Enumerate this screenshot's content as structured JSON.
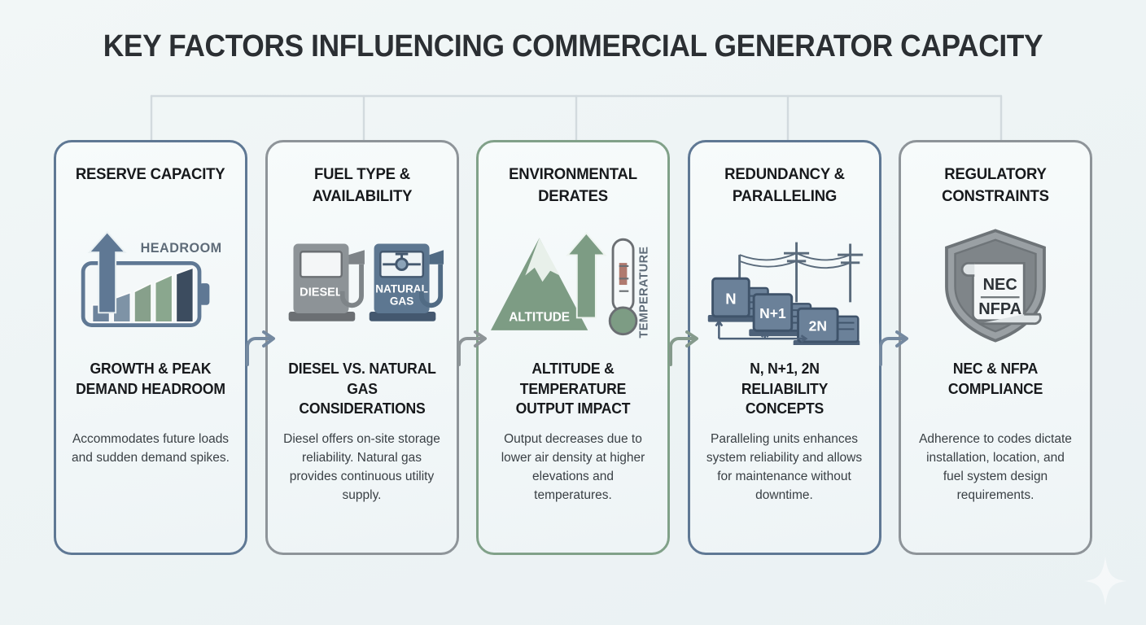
{
  "header": {
    "title": "KEY FACTORS INFLUENCING COMMERCIAL GENERATOR CAPACITY"
  },
  "theme": {
    "background": "#eef4f5",
    "blue": "#5f7894",
    "gray": "#8e9499",
    "green": "#81a189",
    "text_dark": "#17191c",
    "text_body": "#3a4045"
  },
  "cards": [
    {
      "id": "reserve-capacity",
      "accent": "blue",
      "title": "RESERVE CAPACITY",
      "icon": "battery-headroom-icon",
      "icon_labels": {
        "headroom": "HEADROOM"
      },
      "subtitle": "GROWTH & PEAK DEMAND HEADROOM",
      "description": "Accommodates future loads and sudden demand spikes."
    },
    {
      "id": "fuel-type-availability",
      "accent": "gray",
      "title": "FUEL TYPE & AVAILABILITY",
      "icon": "fuel-pumps-icon",
      "icon_labels": {
        "diesel": "DIESEL",
        "natural_gas": "NATURAL GAS"
      },
      "subtitle": "DIESEL VS. NATURAL GAS CONSIDERATIONS",
      "description": "Diesel offers on-site storage reliability. Natural gas provides continuous utility supply."
    },
    {
      "id": "environmental-derates",
      "accent": "green",
      "title": "ENVIRONMENTAL DERATES",
      "icon": "mountain-thermometer-icon",
      "icon_labels": {
        "altitude": "ALTITUDE",
        "temperature": "TEMPERATURE"
      },
      "subtitle": "ALTITUDE & TEMPERATURE OUTPUT IMPACT",
      "description": "Output decreases due to lower air density at higher elevations and temperatures."
    },
    {
      "id": "redundancy-paralleling",
      "accent": "blue",
      "title": "REDUNDANCY & PARALLELING",
      "icon": "generators-powerline-icon",
      "icon_labels": {
        "n": "N",
        "n_plus_1": "N+1",
        "two_n": "2N"
      },
      "subtitle": "N, N+1, 2N RELIABILITY CONCEPTS",
      "description": "Paralleling units enhances system reliability and allows for maintenance without downtime."
    },
    {
      "id": "regulatory-constraints",
      "accent": "gray",
      "title": "REGULATORY CONSTRAINTS",
      "icon": "shield-document-icon",
      "icon_labels": {
        "nec": "NEC",
        "nfpa": "NFPA"
      },
      "subtitle": "NEC & NFPA COMPLIANCE",
      "description": "Adherence to codes dictate installation, location, and fuel system design requirements."
    }
  ]
}
